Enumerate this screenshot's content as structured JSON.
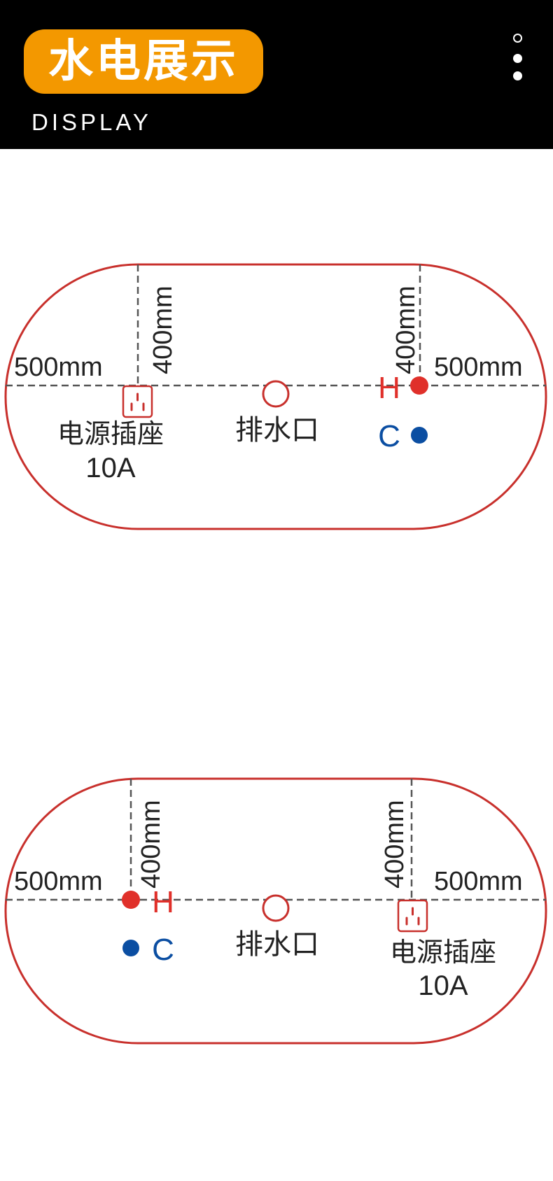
{
  "header": {
    "title": "水电展示",
    "subtitle": "DISPLAY"
  },
  "colors": {
    "header_bg": "#000000",
    "accent": "#f39800",
    "outline": "#c8302c",
    "hot": "#e0302a",
    "cold": "#0b4ea2",
    "dimension": "#555555"
  },
  "layouts": [
    {
      "left_dim_horizontal": "500mm",
      "left_dim_vertical": "400mm",
      "right_dim_horizontal": "500mm",
      "right_dim_vertical": "400mm",
      "drain_label": "排水口",
      "outlet_label": "电源插座",
      "outlet_rating": "10A",
      "hot_label": "H",
      "cold_label": "C"
    },
    {
      "left_dim_horizontal": "500mm",
      "left_dim_vertical": "400mm",
      "right_dim_horizontal": "500mm",
      "right_dim_vertical": "400mm",
      "drain_label": "排水口",
      "outlet_label": "电源插座",
      "outlet_rating": "10A",
      "hot_label": "H",
      "cold_label": "C"
    }
  ]
}
